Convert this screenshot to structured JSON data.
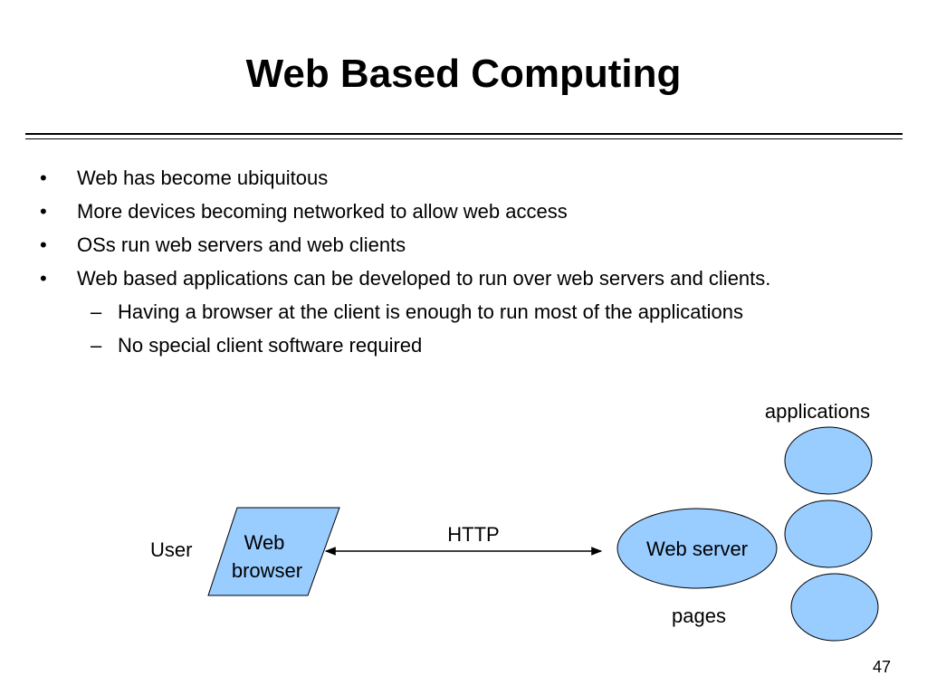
{
  "slide": {
    "title": "Web Based Computing",
    "page_number": "47"
  },
  "bullets": [
    {
      "level": 1,
      "marker": "•",
      "text": "Web has become ubiquitous"
    },
    {
      "level": 1,
      "marker": "•",
      "text": "More devices becoming networked to allow web access"
    },
    {
      "level": 1,
      "marker": "•",
      "text": "OSs run web servers and web clients"
    },
    {
      "level": 1,
      "marker": "•",
      "text": "Web based applications can be developed to run over web servers and clients."
    },
    {
      "level": 2,
      "marker": "–",
      "text": "Having a browser at the client is enough to run most of the applications"
    },
    {
      "level": 2,
      "marker": "–",
      "text": "No special client software required"
    }
  ],
  "diagram": {
    "user_label": "User",
    "browser_label_line1": "Web",
    "browser_label_line2": "browser",
    "protocol_label": "HTTP",
    "server_label": "Web server",
    "pages_label": "pages",
    "applications_label": "applications",
    "shape_fill": "#99CCFF",
    "shape_stroke": "#000000"
  }
}
